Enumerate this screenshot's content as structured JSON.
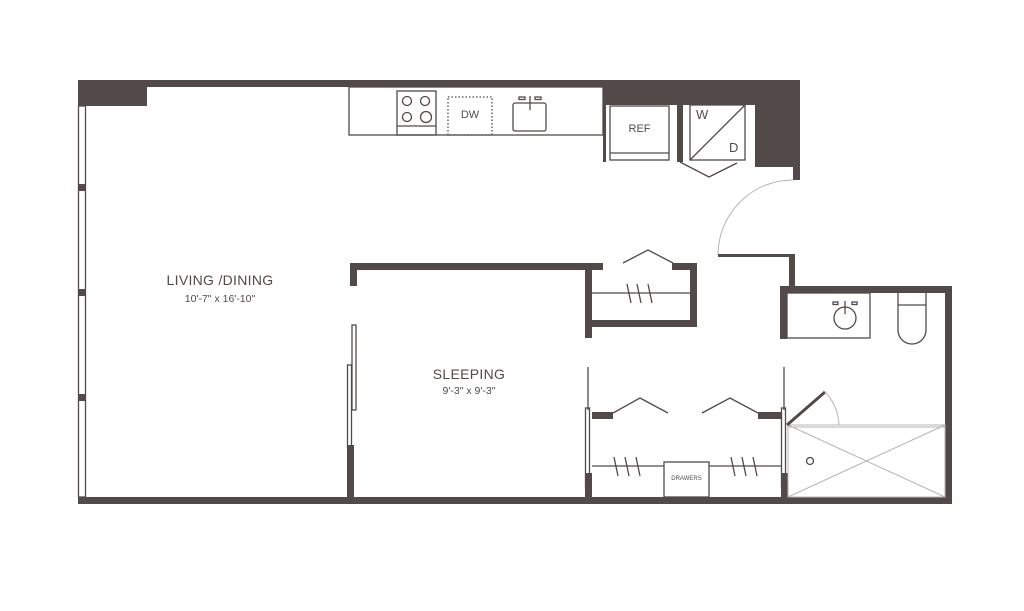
{
  "rooms": [
    {
      "name": "LIVING /DINING",
      "dimensions": "10'-7\" x 16'-10\""
    },
    {
      "name": "SLEEPING",
      "dimensions": "9'-3\" x 9'-3\""
    }
  ],
  "fixtures": {
    "dishwasher": "DW",
    "refrigerator": "REF",
    "washer": "W",
    "dryer": "D",
    "drawers": "DRAWERS"
  },
  "colors": {
    "wall": "#524a48",
    "background": "#ffffff"
  }
}
